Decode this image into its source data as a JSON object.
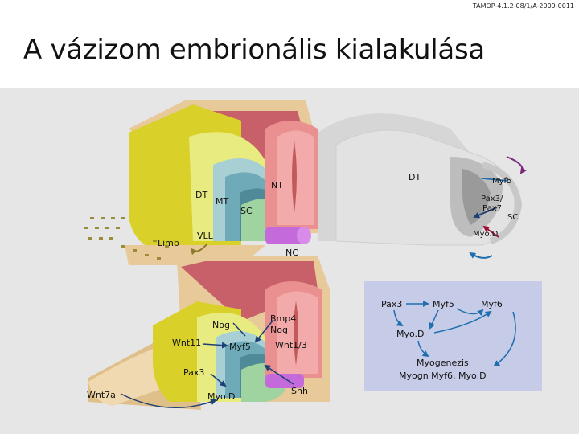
{
  "header_code": "TÁMOP-4.1.2-08/1/A-2009-0011",
  "title": "A vázizom embrionális kialakulása",
  "top_left": {
    "dt": "DT",
    "mt": "MT",
    "nt": "NT",
    "sc": "SC",
    "limb": "Limb",
    "vll": "VLL",
    "nc": "NC"
  },
  "top_right": {
    "dt": "DT",
    "myf5": "Myf5",
    "pax37": "Pax3/",
    "pax37b": "Pax7",
    "sc": "SC",
    "myod": "Myo.D"
  },
  "bottom_left": {
    "nog": "Nog",
    "wnt11": "Wnt11",
    "myf5": "Myf5",
    "bmp4": "Bmp4",
    "nog2": "Nog",
    "wnt13": "Wnt1/3",
    "pax3": "Pax3",
    "wnt7a": "Wnt7a",
    "myod": "Myo.D",
    "shh": "Shh"
  },
  "network": {
    "pax3": "Pax3",
    "myf5": "Myf5",
    "myf6": "Myf6",
    "myod": "Myo.D",
    "myogenezis": "Myogenezis",
    "myogn": "Myogn Myf6, Myo.D"
  },
  "colors": {
    "box": "#c6cbe8",
    "arrow": "#1f6fb0",
    "dark_arrow": "#1e3f73",
    "red_arrow": "#9b1030",
    "purple_arrow": "#7a2a7a"
  }
}
